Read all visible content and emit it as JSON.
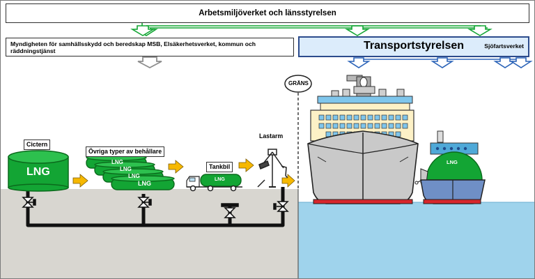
{
  "header": {
    "authority_top": "Arbetsmiljöverket och länsstyrelsen",
    "authority_land": "Myndigheten för samhällsskydd och beredskap MSB, Elsäkerhetsverket, kommun och räddningstjänst",
    "authority_sea": "Transportstyrelsen",
    "authority_sea_sub": "Sjöfartsverket"
  },
  "labels": {
    "border": "GRÄNS",
    "cistern": "Cictern",
    "containers": "Övriga typer av behållare",
    "tanker_truck": "Tankbil",
    "loading_arm": "Lastarm",
    "lng": "LNG"
  },
  "colors": {
    "green": "#13a534",
    "green_dark": "#0b7a20",
    "ground": "#d8d6d0",
    "sea": "#9fd3ec",
    "sky_land": "#ffffff",
    "arrow_orange": "#f6b800",
    "box_blue": "#dcecfb",
    "arrow_blue": "#2c64b8"
  }
}
